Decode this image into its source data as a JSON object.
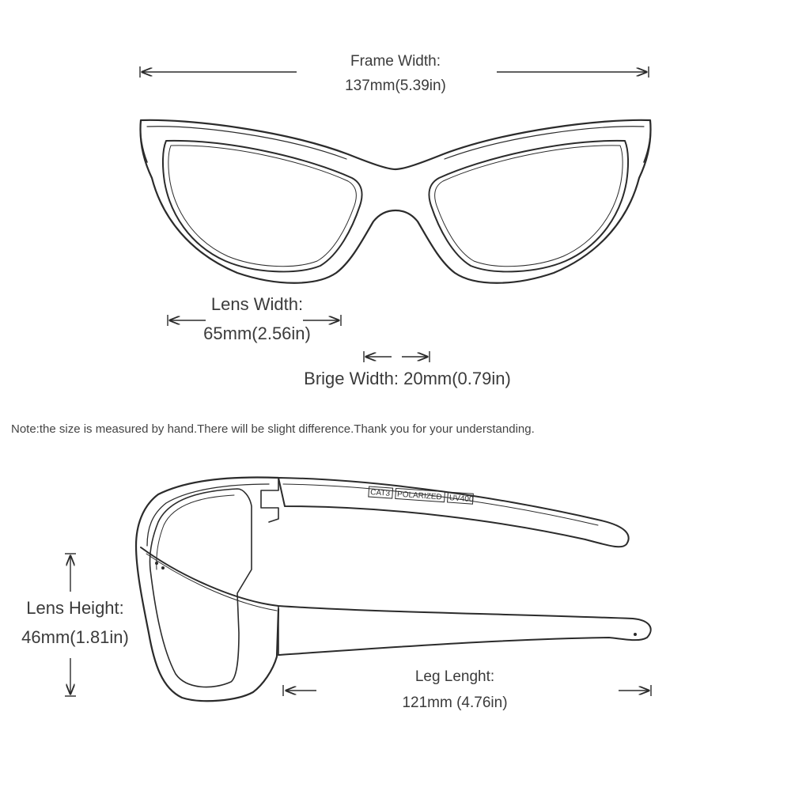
{
  "frame_width": {
    "label": "Frame Width:",
    "value": "137mm(5.39in)"
  },
  "lens_width": {
    "label": "Lens Width:",
    "value": "65mm(2.56in)"
  },
  "bridge_width": {
    "text": "Brige Width: 20mm(0.79in)"
  },
  "note": "Note:the size is measured by hand.There will be slight difference.Thank you for your understanding.",
  "temple_markings": {
    "cat": "CAT3",
    "polarized": "POLARIZED",
    "uv": "UV400"
  },
  "lens_height": {
    "label": "Lens Height:",
    "value": "46mm(1.81in)"
  },
  "leg_length": {
    "label": "Leg Lenght:",
    "value": "121mm (4.76in)"
  },
  "colors": {
    "line": "#2b2b2b",
    "text": "#3b3b3b",
    "background": "#ffffff"
  },
  "icons": [
    "left-arrow-icon",
    "right-arrow-icon",
    "up-arrow-icon",
    "down-arrow-icon"
  ]
}
